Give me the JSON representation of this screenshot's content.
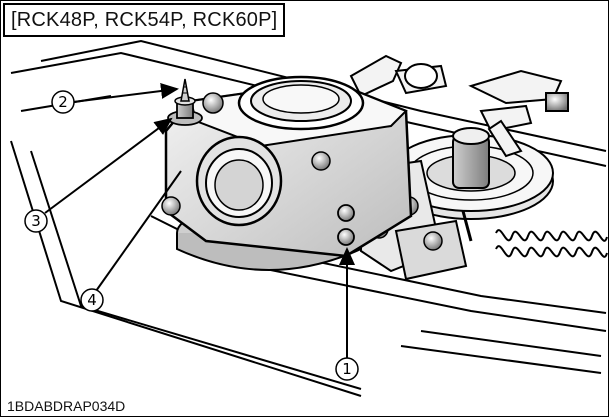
{
  "header": {
    "model_label": "[RCK48P, RCK54P, RCK60P]"
  },
  "footer": {
    "figure_code": "1BDABDRAP034D"
  },
  "callouts": [
    {
      "id": "1",
      "label": "1"
    },
    {
      "id": "2",
      "label": "2"
    },
    {
      "id": "3",
      "label": "3"
    },
    {
      "id": "4",
      "label": "4"
    }
  ],
  "colors": {
    "line": "#000000",
    "paper": "#ffffff",
    "shade": "#d9d9d9",
    "shade_dark": "#9a9a9a"
  }
}
